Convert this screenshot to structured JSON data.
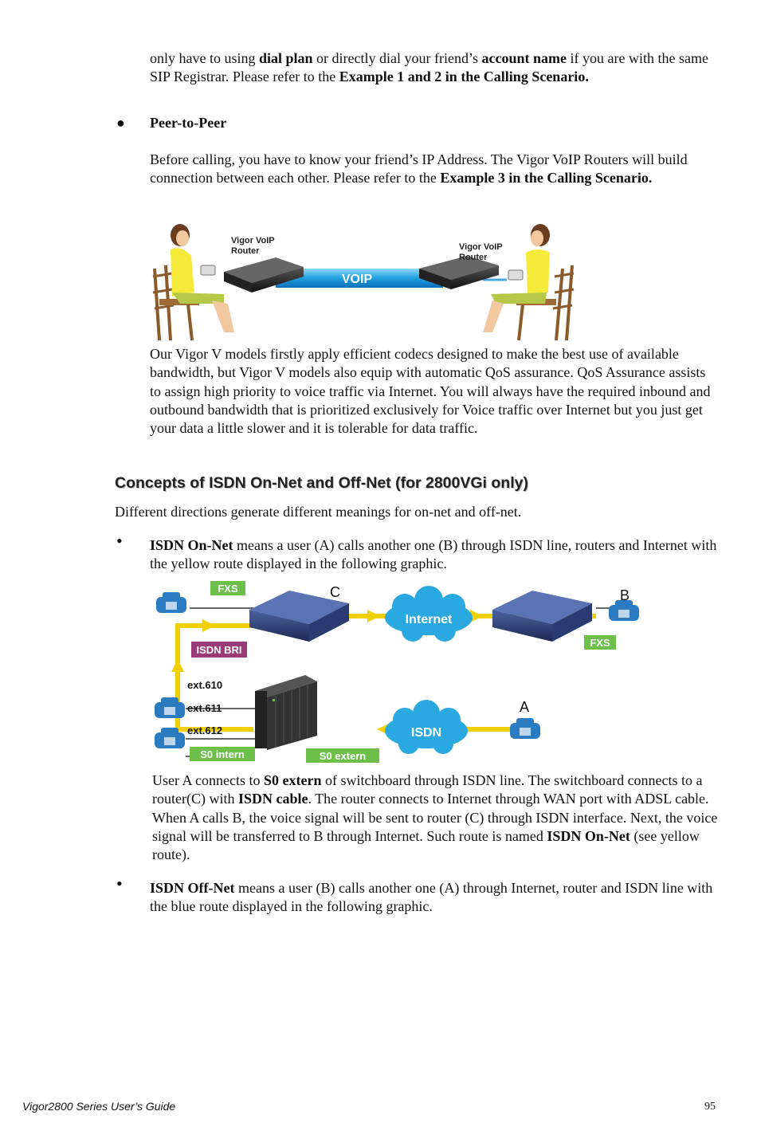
{
  "intro": {
    "t1": "only have to using ",
    "b1": "dial plan",
    "t2": " or directly dial your friend’s ",
    "b2": "account name",
    "t3": " if you are with the same SIP Registrar. Please refer to the ",
    "b3": "Example 1 and 2 in the Calling Scenario."
  },
  "p2p": {
    "bullet": "●",
    "title": "Peer-to-Peer",
    "t1": "Before calling, you have to know your friend’s IP Address. The Vigor VoIP Routers will build connection between each other. Please refer to the ",
    "b1": "Example 3 in the Calling Scenario."
  },
  "voip_figure": {
    "left_router": [
      "Vigor VoIP",
      "Router"
    ],
    "right_router": [
      "Vigor VoIP",
      "Router"
    ],
    "tunnel": "VOIP"
  },
  "qos_paragraph": "Our Vigor V models firstly apply efficient codecs designed to make the best use of available bandwidth, but Vigor V models also equip with automatic QoS assurance. QoS Assurance assists to assign high priority to voice traffic via Internet. You will always have the required inbound and outbound bandwidth that is prioritized exclusively for Voice traffic over Internet but you just get your data a little slower and it is tolerable for data traffic.",
  "section_heading": "Concepts of ISDN On-Net and Off-Net (for 2800VGi only)",
  "section_intro": "Different directions generate different meanings for on-net and off-net.",
  "onnet": {
    "bullet": "•",
    "term": "ISDN On-Net",
    "text": " means a user (A) calls another one (B) through ISDN line, routers and Internet with the yellow route displayed in the following graphic."
  },
  "isdn_figure": {
    "fxs_left": "FXS",
    "fxs_right": "FXS",
    "isdn_bri": "ISDN BRI",
    "label_c": "C",
    "label_b": "B",
    "label_a": "A",
    "internet": "Internet",
    "isdn": "ISDN",
    "ext1": "ext.610",
    "ext2": "ext.611",
    "ext3": "ext.612",
    "s0_intern": "S0 intern",
    "s0_extern": "S0 extern",
    "colors": {
      "route": "#f0d000",
      "green": "#6cc04a",
      "purple": "#9a3a78",
      "cloud": "#2aa8e0"
    }
  },
  "onnet_detail": {
    "t1": "User A connects to ",
    "b1": "S0 extern",
    "t2": " of switchboard through ISDN line. The switchboard connects to a router(C) with ",
    "b2": "ISDN cable",
    "t3": ". The router connects to Internet through WAN port with ADSL cable. When A calls B, the voice signal will be sent to router (C) through ISDN interface. Next, the voice signal will be transferred to B through Internet. Such route is named ",
    "b3": "ISDN On-Net",
    "t4": " (see yellow route)."
  },
  "offnet": {
    "bullet": "•",
    "term": "ISDN Off-Net",
    "text": " means a user (B) calls another one (A) through Internet, router and ISDN line with the blue route displayed in the following graphic."
  },
  "footer": {
    "left": "Vigor2800 Series User’s Guide",
    "right": "95"
  }
}
